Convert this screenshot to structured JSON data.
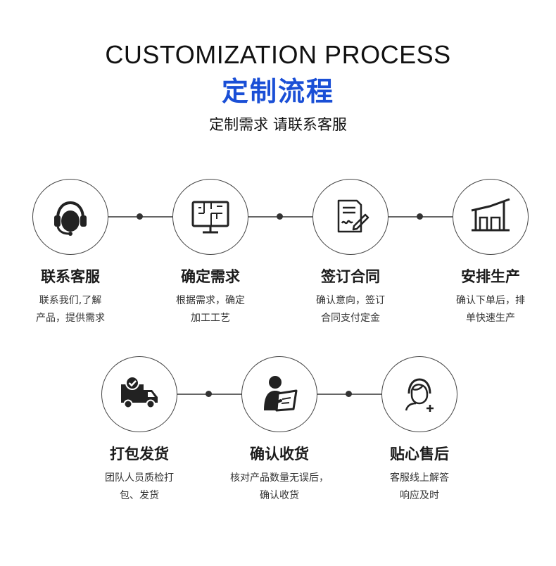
{
  "header": {
    "title_en": "CUSTOMIZATION PROCESS",
    "title_cn": "定制流程",
    "subtitle": "定制需求 请联系客服"
  },
  "colors": {
    "accent": "#1a4fd6",
    "text": "#222222",
    "line": "#666666"
  },
  "steps": [
    {
      "icon": "headset-icon",
      "title": "联系客服",
      "desc": [
        "联系我们,了解",
        "产品，提供需求"
      ]
    },
    {
      "icon": "floorplan-icon",
      "title": "确定需求",
      "desc": [
        "根据需求，确定",
        "加工工艺"
      ]
    },
    {
      "icon": "contract-icon",
      "title": "签订合同",
      "desc": [
        "确认意向，签订",
        "合同支付定金"
      ]
    },
    {
      "icon": "factory-icon",
      "title": "安排生产",
      "desc": [
        "确认下单后，排",
        "单快速生产"
      ]
    },
    {
      "icon": "delivery-truck-icon",
      "title": "打包发货",
      "desc": [
        "团队人员质检打",
        "包、发货"
      ]
    },
    {
      "icon": "receive-check-icon",
      "title": "确认收货",
      "desc": [
        "核对产品数量无误后，",
        "确认收货"
      ]
    },
    {
      "icon": "aftersales-icon",
      "title": "贴心售后",
      "desc": [
        "客服线上解答",
        "响应及时"
      ]
    }
  ]
}
